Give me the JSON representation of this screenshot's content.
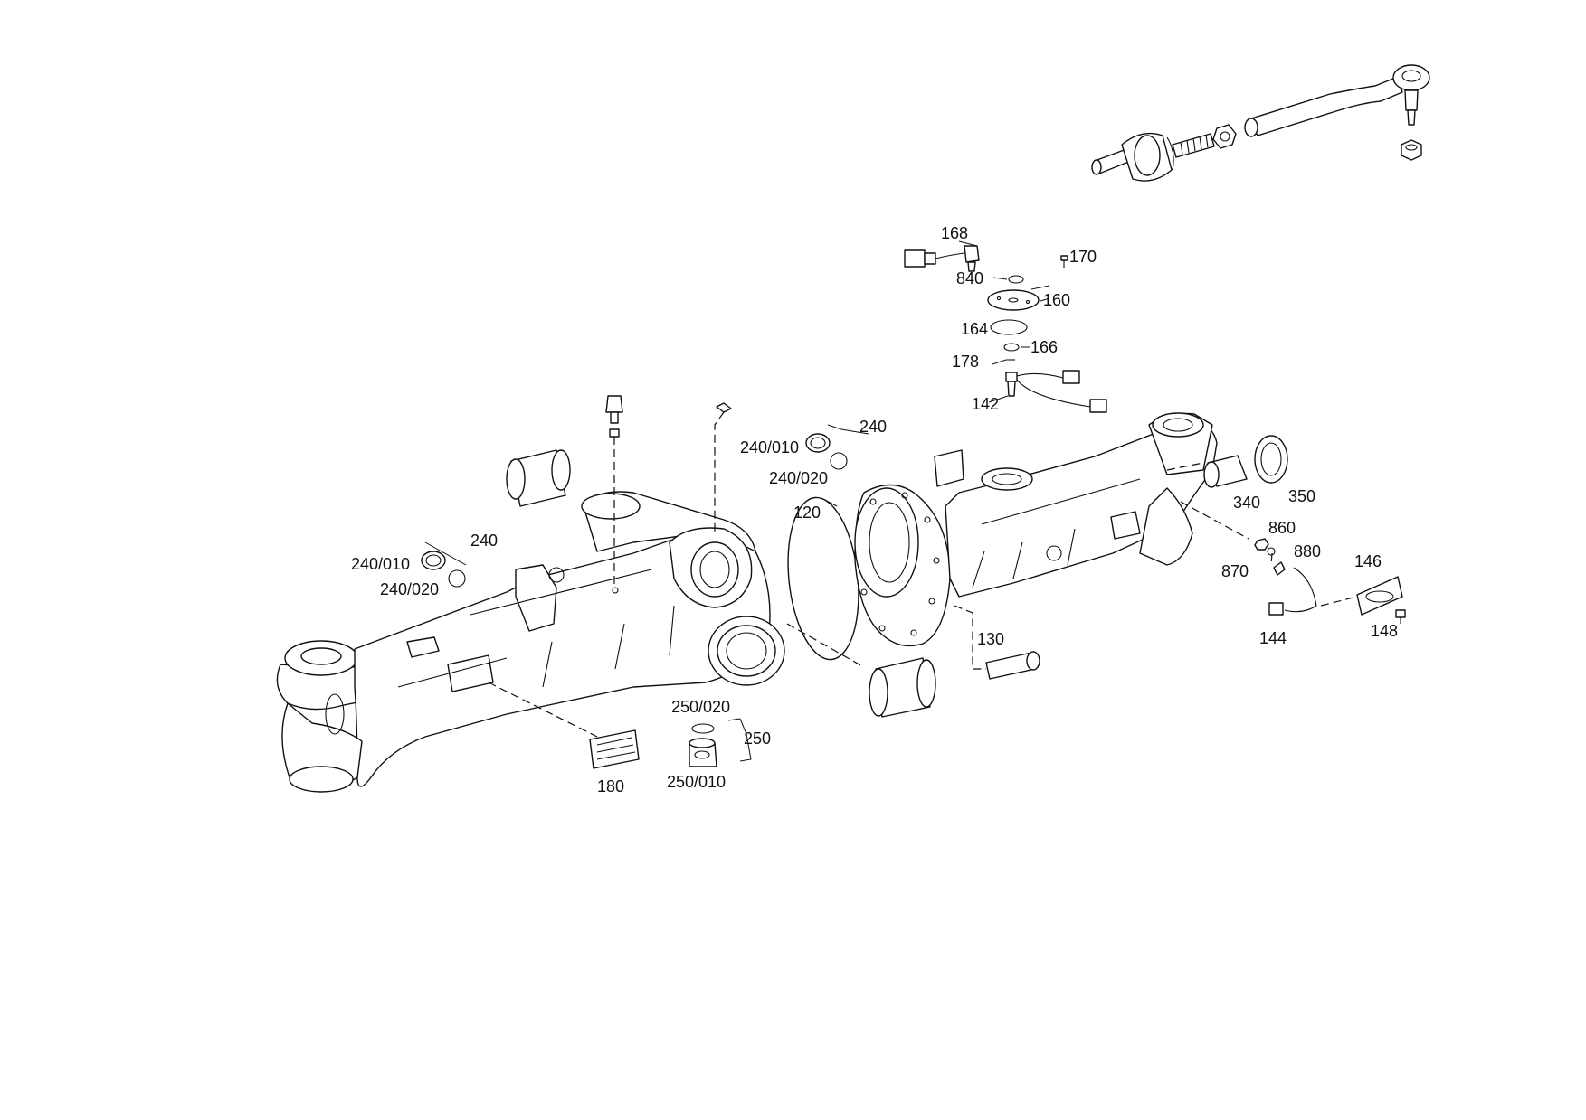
{
  "diagram": {
    "labels": {
      "p168": "168",
      "p170": "170",
      "p840": "840",
      "p160": "160",
      "p164": "164",
      "p166": "166",
      "p178": "178",
      "p142": "142",
      "p240_right": "240",
      "p240_010_right": "240/010",
      "p240_020_right": "240/020",
      "p120": "120",
      "p240_left": "240",
      "p240_010_left": "240/010",
      "p240_020_left": "240/020",
      "p340": "340",
      "p350": "350",
      "p860": "860",
      "p870": "870",
      "p880": "880",
      "p146": "146",
      "p144": "144",
      "p148": "148",
      "p130": "130",
      "p250_020": "250/020",
      "p250": "250",
      "p250_010": "250/010",
      "p180": "180"
    }
  }
}
